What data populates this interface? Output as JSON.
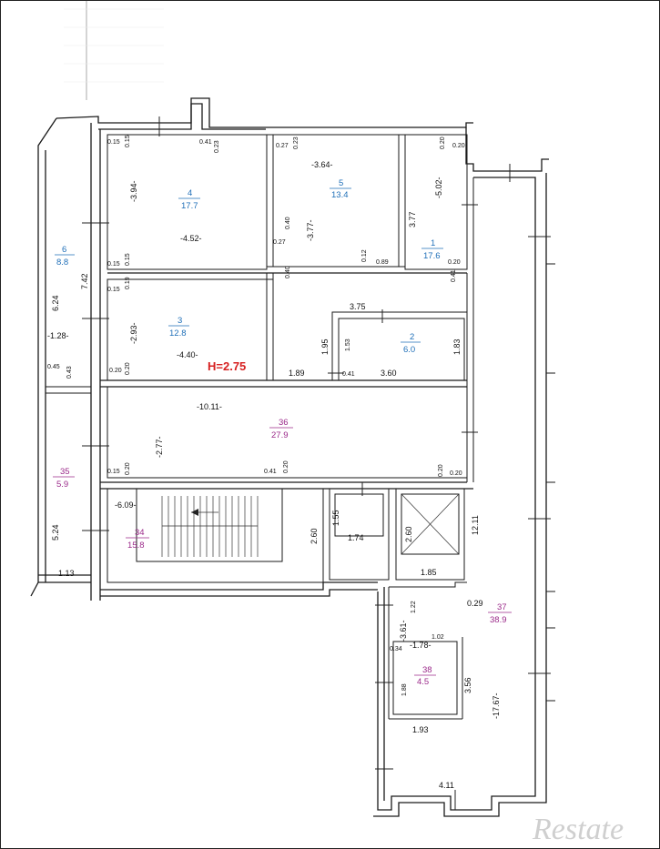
{
  "height_label": "H=2.75",
  "watermark": "Restate",
  "colors": {
    "room_blue": "#1f6fb8",
    "room_magenta": "#9b2a8a",
    "height_red": "#d62020"
  },
  "rooms": [
    {
      "id": "4",
      "area": "17.7"
    },
    {
      "id": "5",
      "area": "13.4"
    },
    {
      "id": "1",
      "area": "17.6"
    },
    {
      "id": "6",
      "area": "8.8"
    },
    {
      "id": "3",
      "area": "12.8"
    },
    {
      "id": "2",
      "area": "6.0"
    },
    {
      "id": "36",
      "area": "27.9"
    },
    {
      "id": "35",
      "area": "5.9"
    },
    {
      "id": "34",
      "area": "15.8"
    },
    {
      "id": "37",
      "area": "38.9"
    },
    {
      "id": "38",
      "area": "4.5"
    }
  ],
  "dimensions": [
    "-3.94-",
    "-4.52-",
    "-3.64-",
    "-3.77-",
    "3.77",
    "-5.02-",
    "7.42",
    "6.24",
    "-1.28-",
    "-2.93-",
    "-4.40-",
    "3.75",
    "1.95",
    "1.53",
    "1.83",
    "1.89",
    "3.60",
    "-10.11-",
    "-2.77-",
    "-6.09-",
    "5.24",
    "1.13",
    "2.60",
    "1.55",
    "1.74",
    "2.60",
    "1.85",
    "12.11",
    "0.29",
    "1.22",
    "-3.61-",
    "-1.78-",
    "1.02",
    "0.34",
    "1.88",
    "3.56",
    "-17.67-",
    "1.93",
    "4.11"
  ],
  "small_dimensions": [
    "0.15",
    "0.15",
    "0.41",
    "0.23",
    "0.27",
    "0.23",
    "0.20",
    "0.20",
    "0.40",
    "0.27",
    "0.15",
    "0.15",
    "0.12",
    "0.89",
    "0.20",
    "0.15",
    "0.19",
    "0.40",
    "0.41",
    "0.45",
    "0.43",
    "0.20",
    "0.20",
    "0.41",
    "0.15",
    "0.20",
    "0.41",
    "0.20",
    "0.20",
    "0.20"
  ]
}
